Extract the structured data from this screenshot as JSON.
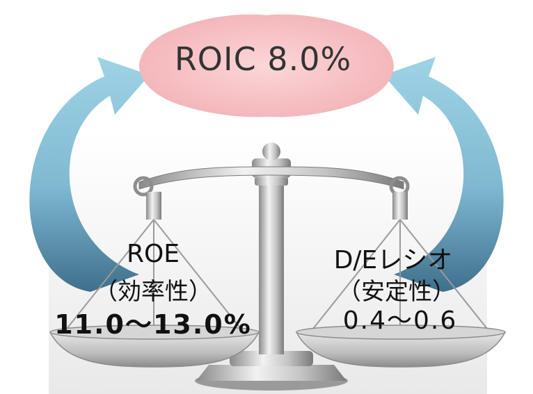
{
  "center": {
    "roic_label": "ROIC 8.0%"
  },
  "left_pan": {
    "name": "ROE",
    "note": "（効率性）",
    "range": "11.0～13.0%"
  },
  "right_pan": {
    "name": "D/Eレシオ",
    "note": "（安定性）",
    "range": "0.4～0.6"
  },
  "colors": {
    "bubble_fill": "#f7c3c6",
    "arrow": "#8ec9df",
    "metal": "#b8b8b8"
  }
}
